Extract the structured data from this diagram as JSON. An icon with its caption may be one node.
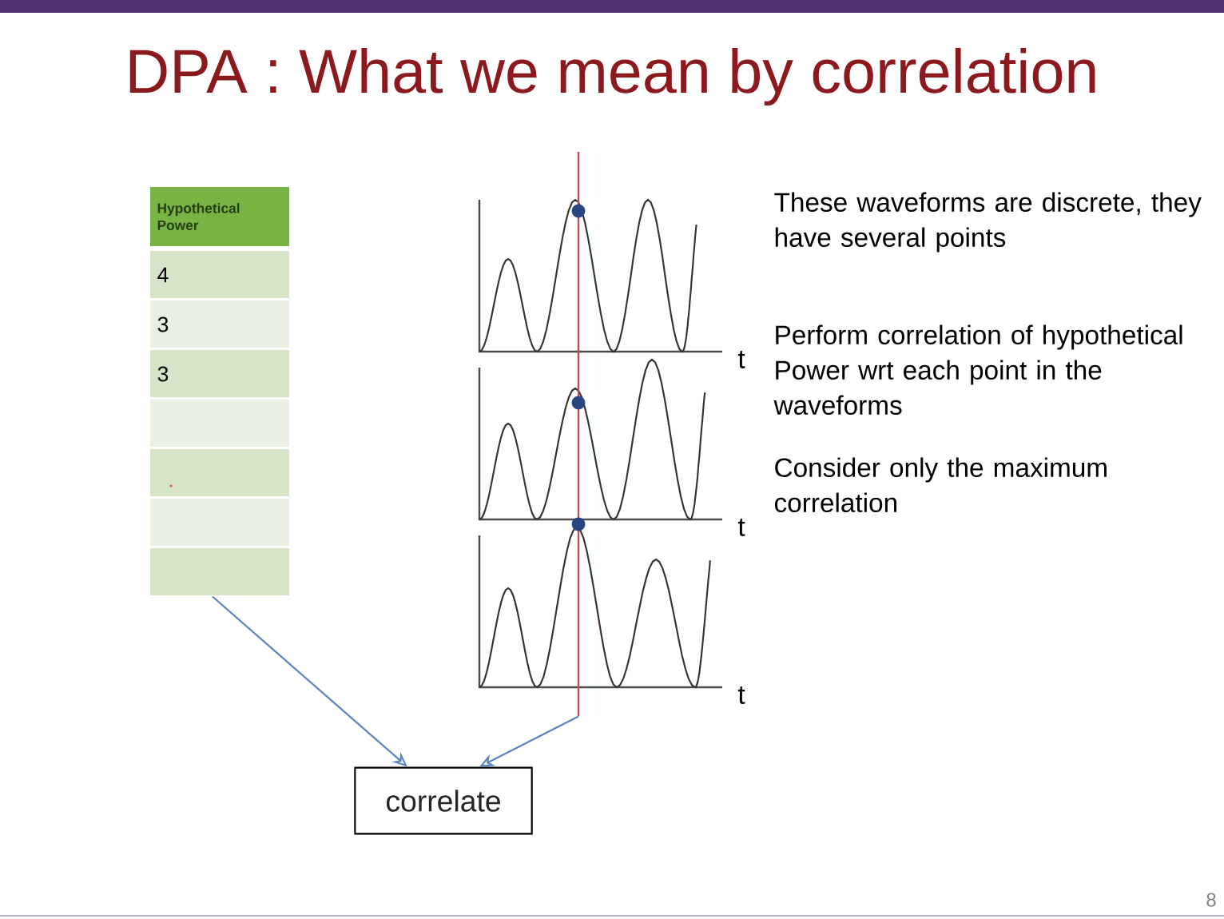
{
  "diagram": {
    "title": "DPA : What we mean by correlation",
    "nodes": [
      {
        "text": [
          "Hypothetical Power",
          "4",
          "3",
          "3"
        ]
      },
      {
        "text": [],
        "shape": "picture"
      },
      {
        "text": [
          "correlate"
        ]
      }
    ],
    "edges": [
      {
        "from": 0,
        "to": 2,
        "arrow": "to"
      },
      {
        "from": 1,
        "to": 2,
        "arrow": "to"
      }
    ],
    "labels": [
      "These waveforms are discrete, they have several points",
      "Perform correlation of hypothetical Power wrt each point in the waveforms",
      "Consider only the maximum correlation",
      "t",
      "t",
      "t",
      "8"
    ]
  }
}
